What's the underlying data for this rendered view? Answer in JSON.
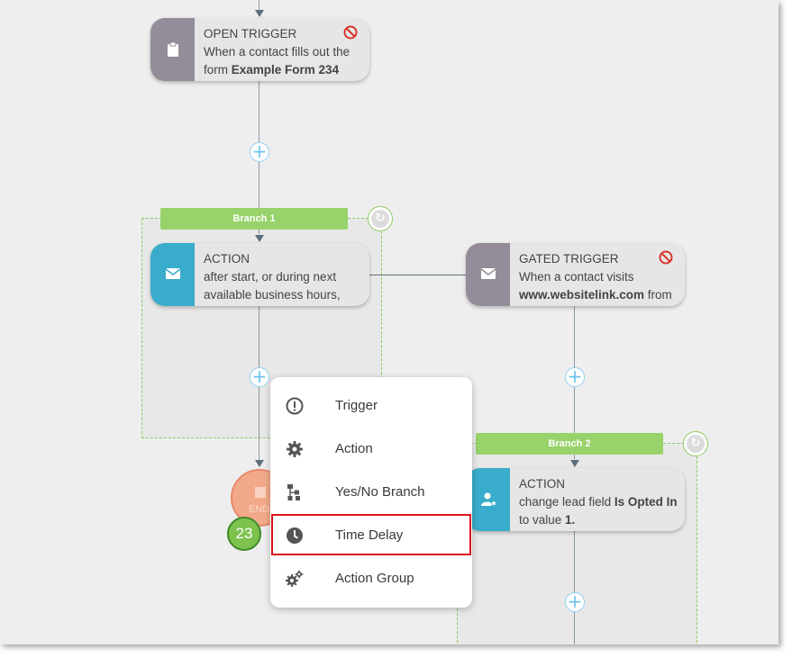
{
  "nodes": {
    "open_trigger": {
      "title": "OPEN TRIGGER",
      "line1": "When a contact fills out the",
      "line2_prefix": "form ",
      "line2_bold": "Example Form 234",
      "icon": "clipboard-icon"
    },
    "action_1": {
      "title": "ACTION",
      "line1": "after start, or during next",
      "line2": "available business hours,",
      "icon": "envelope-icon"
    },
    "gated_trigger": {
      "title": "GATED TRIGGER",
      "line1": "When a contact visits",
      "line2_bold": "www.websitelink.com",
      "line2_suffix": " from",
      "icon": "envelope-icon"
    },
    "action_2": {
      "title": "ACTION",
      "line1_prefix": "change lead field ",
      "line1_bold": "Is Opted In",
      "line2_prefix": "to value ",
      "line2_bold": "1.",
      "icon": "user-star-icon"
    },
    "end": {
      "label": "END",
      "count": "23"
    }
  },
  "branches": {
    "branch1": "Branch 1",
    "branch2": "Branch 2"
  },
  "menu": {
    "items": [
      {
        "label": "Trigger",
        "icon": "exclamation-circle-icon"
      },
      {
        "label": "Action",
        "icon": "gear-icon"
      },
      {
        "label": "Yes/No Branch",
        "icon": "branch-tree-icon"
      },
      {
        "label": "Time Delay",
        "icon": "clock-icon"
      },
      {
        "label": "Action Group",
        "icon": "gears-icon"
      }
    ],
    "highlighted": "Time Delay"
  },
  "colors": {
    "canvas": "#eeeeee",
    "trigger_side": "#958c99",
    "action_side": "#3aaccb",
    "branch_green": "#98d26b",
    "end_node": "#f2a98a",
    "count_badge": "#7cc24d",
    "highlight": "#d9141c",
    "block_red": "#d9362c"
  }
}
